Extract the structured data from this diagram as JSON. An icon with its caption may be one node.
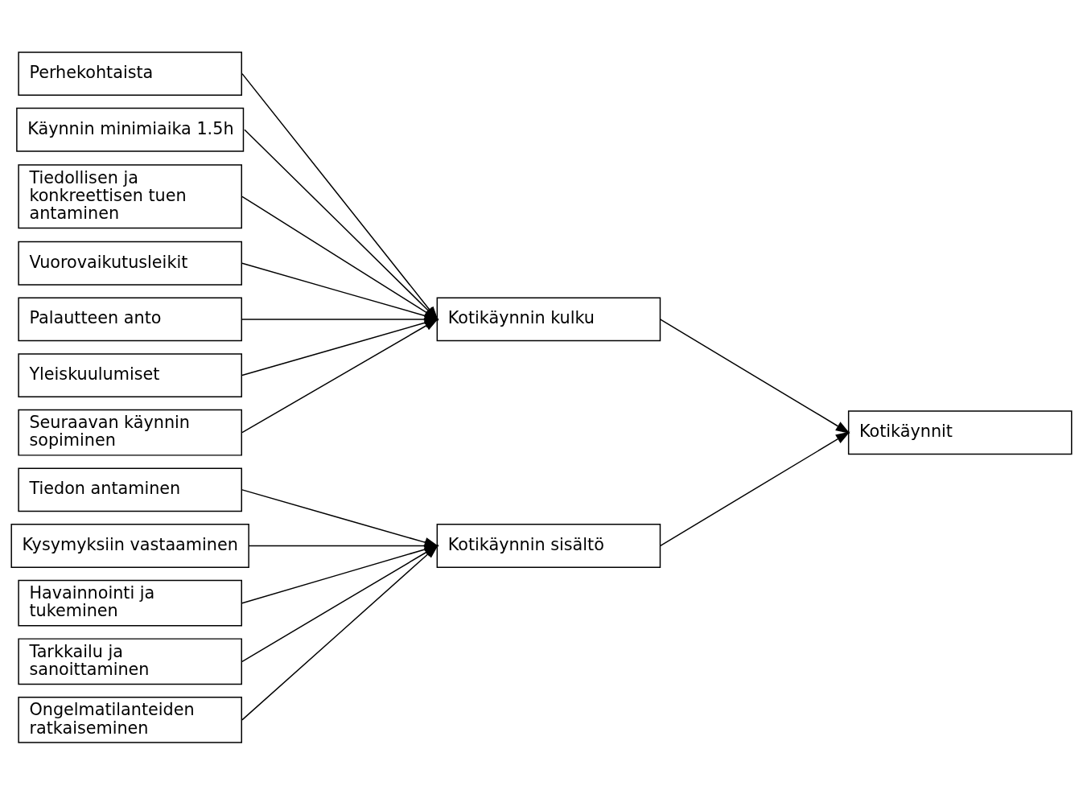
{
  "diagram": {
    "nodes": [
      {
        "text": [
          "Perhekohtaista"
        ]
      },
      {
        "text": [
          "Käynnin minimiaika 1.5h"
        ]
      },
      {
        "text": [
          "Tiedollisen ja konkreettisen tuen antaminen"
        ]
      },
      {
        "text": [
          "Vuorovaikutusleikit"
        ]
      },
      {
        "text": [
          "Palautteen anto"
        ]
      },
      {
        "text": [
          "Yleiskuulumiset"
        ]
      },
      {
        "text": [
          "Seuraavan käynnin sopiminen"
        ]
      },
      {
        "text": [
          "Kotikäynnin kulku"
        ]
      },
      {
        "text": [
          "Tiedon antaminen"
        ]
      },
      {
        "text": [
          "Kysymyksiin vastaaminen"
        ]
      },
      {
        "text": [
          "Havainnointi ja tukeminen"
        ]
      },
      {
        "text": [
          "Tarkkailu ja sanoittaminen"
        ]
      },
      {
        "text": [
          "Ongelmatilanteiden ratkaiseminen"
        ]
      },
      {
        "text": [
          "Kotikäynnin sisältö"
        ]
      },
      {
        "text": [
          "Kotikäynnit"
        ]
      }
    ],
    "edges": [
      {
        "from": 0,
        "to": 7,
        "arrow": "to"
      },
      {
        "from": 1,
        "to": 7,
        "arrow": "to"
      },
      {
        "from": 2,
        "to": 7,
        "arrow": "to"
      },
      {
        "from": 3,
        "to": 7,
        "arrow": "to"
      },
      {
        "from": 4,
        "to": 7,
        "arrow": "to"
      },
      {
        "from": 5,
        "to": 7,
        "arrow": "to"
      },
      {
        "from": 6,
        "to": 7,
        "arrow": "to"
      },
      {
        "from": 8,
        "to": 13,
        "arrow": "to"
      },
      {
        "from": 9,
        "to": 13,
        "arrow": "to"
      },
      {
        "from": 10,
        "to": 13,
        "arrow": "to"
      },
      {
        "from": 11,
        "to": 13,
        "arrow": "to"
      },
      {
        "from": 12,
        "to": 13,
        "arrow": "to"
      },
      {
        "from": 7,
        "to": 14,
        "arrow": "to"
      },
      {
        "from": 13,
        "to": 14,
        "arrow": "to"
      }
    ]
  }
}
